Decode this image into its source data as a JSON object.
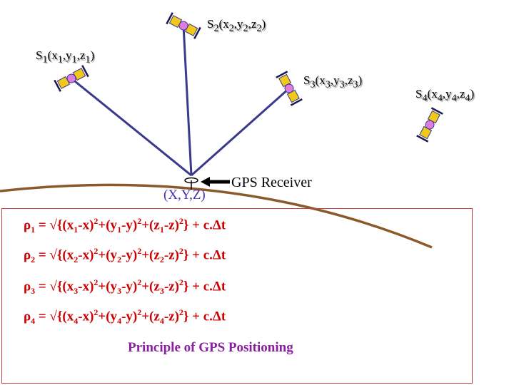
{
  "satellites": [
    {
      "id": "S1",
      "label": "S1(x1,y1,z1)",
      "name": "S",
      "index": "1",
      "coords": [
        "x",
        "1",
        "y",
        "1",
        "z",
        "1"
      ]
    },
    {
      "id": "S2",
      "label": "S2(x2,y2,z2)",
      "name": "S",
      "index": "2",
      "coords": [
        "x",
        "2",
        "y",
        "2",
        "z",
        "2"
      ]
    },
    {
      "id": "S3",
      "label": "S3(x3,y3,z3)",
      "name": "S",
      "index": "3",
      "coords": [
        "x",
        "3",
        "y",
        "3",
        "z",
        "3"
      ]
    },
    {
      "id": "S4",
      "label": "S4(x4,y4,z4)",
      "name": "S",
      "index": "4",
      "coords": [
        "x",
        "4",
        "y",
        "4",
        "z",
        "4"
      ]
    }
  ],
  "receiver": {
    "label": "GPS Receiver",
    "coords": "(X,Y,Z)"
  },
  "equations": [
    {
      "lhs": "ρ",
      "idx": "1",
      "body": "= √{(x1-x)2+(y1-y)2+(z1-z)2} + c.Δt"
    },
    {
      "lhs": "ρ",
      "idx": "2",
      "body": "= √{(x2-x)2+(y2-y)2+(z2-z)2} + c.Δt"
    },
    {
      "lhs": "ρ",
      "idx": "3",
      "body": "= √{(x3-x)2+(y3-y)2+(z3-z)2} + c.Δt"
    },
    {
      "lhs": "ρ",
      "idx": "4",
      "body": "= √{(x4-x)2+(y4-y)2+(z4-z)2} + c.Δt"
    }
  ],
  "caption": "Principle of GPS Positioning",
  "colors": {
    "rays": "#3a3a8c",
    "earth": "#8b5a2b",
    "equations": "#cc0000",
    "caption": "#8a1fa0",
    "coords": "#4a2fb0",
    "panel": "#f2c81a",
    "body": "#e07be0"
  }
}
